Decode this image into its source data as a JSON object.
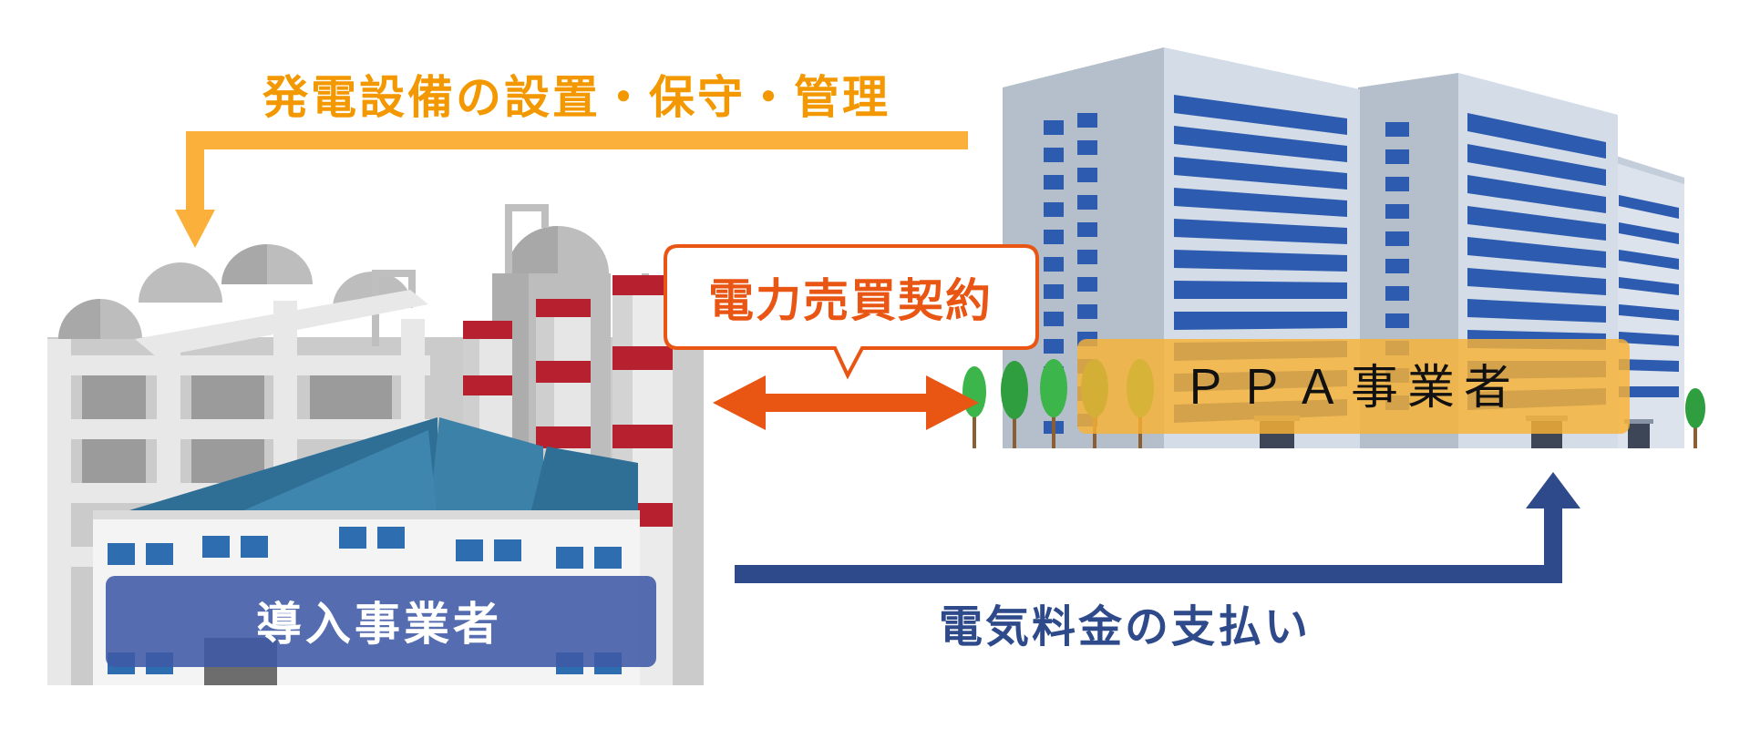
{
  "diagram": {
    "top_flow_label": "発電設備の設置・保守・管理",
    "contract_label": "電力売買契約",
    "ppa_provider_label": "ＰＰＡ事業者",
    "adopter_label": "導入事業者",
    "bottom_flow_label": "電気料金の支払い"
  },
  "colors": {
    "orange_flow": "#FBB03B",
    "top_text": "#F39800",
    "contract_red": "#E95513",
    "navy_flow": "#2E4A8B",
    "ppa_box": "#F9B233",
    "adopter_box": "#3F5AA6"
  }
}
